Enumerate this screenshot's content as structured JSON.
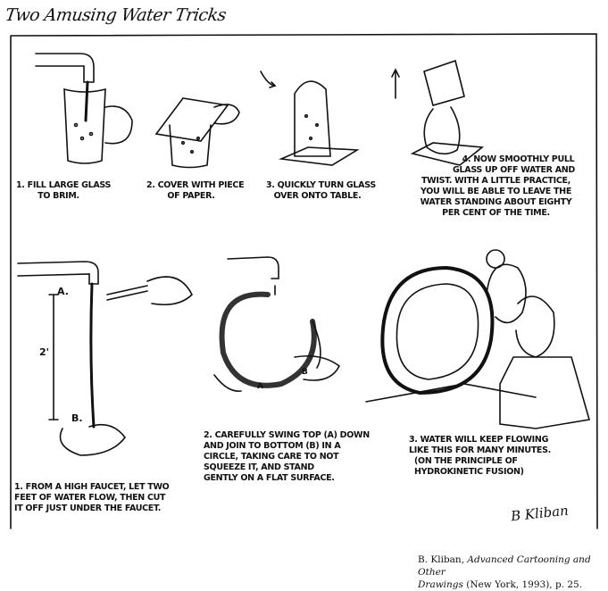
{
  "title": "Two Amusing Water Tricks",
  "trick_one": {
    "steps": [
      {
        "lines": [
          "1. Fill large glass",
          "to brim."
        ]
      },
      {
        "lines": [
          "2. Cover with piece",
          "of paper."
        ]
      },
      {
        "lines": [
          "3. Quickly turn glass",
          "over onto table."
        ]
      },
      {
        "lines": [
          "4. Now smoothly pull",
          "glass up off water and",
          "twist. With a little practice,",
          "you will be able to leave the",
          "water standing about eighty",
          "per cent of the time."
        ]
      }
    ]
  },
  "trick_two": {
    "labels": {
      "a": "A.",
      "height": "2'",
      "b": "B.",
      "a_small": "A",
      "b_small": "B"
    },
    "steps": [
      {
        "lines": [
          "1. From a high faucet, let two",
          "feet of water flow, then cut",
          "it off just under the faucet."
        ]
      },
      {
        "lines": [
          "2. Carefully swing top (A) down",
          "and join to bottom (B) in a",
          "circle, taking care to not",
          "squeeze it, and stand",
          "gently on a flat surface."
        ]
      },
      {
        "lines": [
          "3. Water will keep flowing",
          "like this for many minutes.",
          "(On the principle of",
          "hydrokinetic fusion)"
        ]
      }
    ]
  },
  "signature": "B Kliban",
  "citation": {
    "author": "B. Kliban,",
    "book": "Advanced Cartooning and Other",
    "book2": "Drawings",
    "rest": "(New York, 1993), p. 25."
  }
}
